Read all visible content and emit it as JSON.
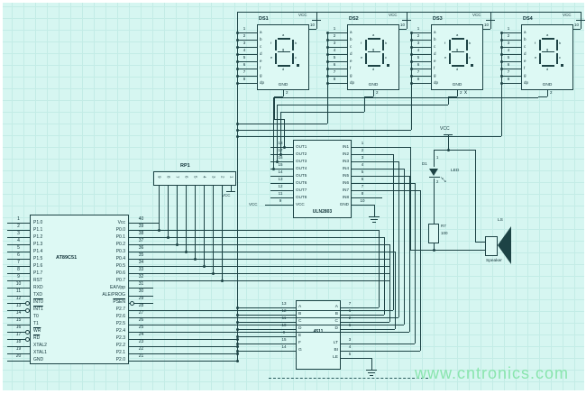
{
  "watermark": "www.cntronics.com",
  "colors": {
    "wire": "#1d4345",
    "board": "#d6f6f1",
    "grid": "#c3ece6",
    "watermark_green": "#8ae5ae"
  },
  "mcu": {
    "name": "AT89C51",
    "left_pins": [
      {
        "num": "1",
        "label": "P1.0"
      },
      {
        "num": "2",
        "label": "P1.1"
      },
      {
        "num": "3",
        "label": "P1.2"
      },
      {
        "num": "4",
        "label": "P1.3"
      },
      {
        "num": "5",
        "label": "P1.4"
      },
      {
        "num": "6",
        "label": "P1.5"
      },
      {
        "num": "7",
        "label": "P1.6"
      },
      {
        "num": "8",
        "label": "P1.7"
      },
      {
        "num": "9",
        "label": "RST"
      },
      {
        "num": "10",
        "label": "RXD"
      },
      {
        "num": "11",
        "label": "TXD"
      },
      {
        "num": "12",
        "label": "INT0",
        "bar": true,
        "bubble": true
      },
      {
        "num": "13",
        "label": "INT1",
        "bar": true,
        "bubble": true
      },
      {
        "num": "14",
        "label": "T0"
      },
      {
        "num": "15",
        "label": "T1"
      },
      {
        "num": "16",
        "label": "WR",
        "bar": true,
        "bubble": true
      },
      {
        "num": "17",
        "label": "RD",
        "bar": true,
        "bubble": true
      },
      {
        "num": "18",
        "label": "XTAL2"
      },
      {
        "num": "19",
        "label": "XTAL1"
      },
      {
        "num": "20",
        "label": "GND"
      }
    ],
    "right_pins": [
      {
        "num": "40",
        "label": "Vcc"
      },
      {
        "num": "39",
        "label": "P0.0"
      },
      {
        "num": "38",
        "label": "P0.1"
      },
      {
        "num": "37",
        "label": "P0.2"
      },
      {
        "num": "36",
        "label": "P0.3"
      },
      {
        "num": "35",
        "label": "P0.4"
      },
      {
        "num": "34",
        "label": "P0.5"
      },
      {
        "num": "33",
        "label": "P0.6"
      },
      {
        "num": "32",
        "label": "P0.7"
      },
      {
        "num": "31",
        "label": "EA/Vpp"
      },
      {
        "num": "30",
        "label": "ALE/PROG"
      },
      {
        "num": "29",
        "label": "PSEN",
        "bar": true,
        "bubble": true
      },
      {
        "num": "28",
        "label": "P2.7"
      },
      {
        "num": "27",
        "label": "P2.6"
      },
      {
        "num": "26",
        "label": "P2.5"
      },
      {
        "num": "25",
        "label": "P2.4"
      },
      {
        "num": "24",
        "label": "P2.3"
      },
      {
        "num": "23",
        "label": "P2.2"
      },
      {
        "num": "22",
        "label": "P2.1"
      },
      {
        "num": "21",
        "label": "P2.0"
      }
    ]
  },
  "rp": {
    "ref": "RP1",
    "pins": [
      "9",
      "8",
      "7",
      "6",
      "5",
      "4",
      "3",
      "2",
      "1"
    ],
    "vcc": "VCC"
  },
  "displays": {
    "refs": [
      "DS1",
      "DS2",
      "DS3",
      "DS4"
    ],
    "vcc": "VCC",
    "vcc_pin": "10",
    "gnd": "GND",
    "common_pin": "2",
    "segment_pins": [
      {
        "num": "1",
        "label": "a"
      },
      {
        "num": "2",
        "label": "b"
      },
      {
        "num": "3",
        "label": "c"
      },
      {
        "num": "4",
        "label": "d"
      },
      {
        "num": "5",
        "label": "e"
      },
      {
        "num": "6",
        "label": "f"
      },
      {
        "num": "7",
        "label": "g"
      },
      {
        "num": "8",
        "label": "dp"
      }
    ],
    "segment_letters": [
      "a",
      "b",
      "c",
      "d",
      "e",
      "f",
      "g"
    ]
  },
  "driver": {
    "name": "ULN2803",
    "vcc_label": "VCC",
    "vcc_pin": "9",
    "ext_vcc": "VCC",
    "gnd_label": "GND",
    "gnd_pin": "10",
    "channels": [
      {
        "out": "OUT1",
        "out_pin": "18",
        "in": "IN1",
        "in_pin": "1"
      },
      {
        "out": "OUT2",
        "out_pin": "17",
        "in": "IN2",
        "in_pin": "2"
      },
      {
        "out": "OUT3",
        "out_pin": "16",
        "in": "IN3",
        "in_pin": "3"
      },
      {
        "out": "OUT4",
        "out_pin": "15",
        "in": "IN4",
        "in_pin": "4"
      },
      {
        "out": "OUT5",
        "out_pin": "14",
        "in": "IN5",
        "in_pin": "5"
      },
      {
        "out": "OUT6",
        "out_pin": "13",
        "in": "IN6",
        "in_pin": "6"
      },
      {
        "out": "OUT7",
        "out_pin": "12",
        "in": "IN7",
        "in_pin": "7"
      },
      {
        "out": "OUT8",
        "out_pin": "11",
        "in": "IN8",
        "in_pin": "8"
      }
    ]
  },
  "decoder": {
    "name": "4511",
    "outputs": [
      {
        "num": "13",
        "label": "A"
      },
      {
        "num": "12",
        "label": "B"
      },
      {
        "num": "11",
        "label": "C"
      },
      {
        "num": "10",
        "label": "D"
      },
      {
        "num": "9",
        "label": "E"
      },
      {
        "num": "15",
        "label": "F"
      },
      {
        "num": "14",
        "label": "G"
      }
    ],
    "inputs": [
      {
        "num": "7",
        "label": "A"
      },
      {
        "num": "1",
        "label": "B"
      },
      {
        "num": "2",
        "label": "C"
      },
      {
        "num": "6",
        "label": "D"
      }
    ],
    "controls": [
      {
        "num": "3",
        "label": "LT"
      },
      {
        "num": "4",
        "label": "BI"
      },
      {
        "num": "5",
        "label": "LE"
      }
    ]
  },
  "right_circuit": {
    "vcc": "VCC",
    "led_ref": "D1",
    "led_label": "LED",
    "led_pin_top": "1",
    "led_pin_bottom": "2",
    "resistor_ref": "R7",
    "resistor_value": "100",
    "speaker_ref": "LS",
    "speaker_label": "Speaker"
  },
  "misc": {
    "junction_mark": "x"
  }
}
